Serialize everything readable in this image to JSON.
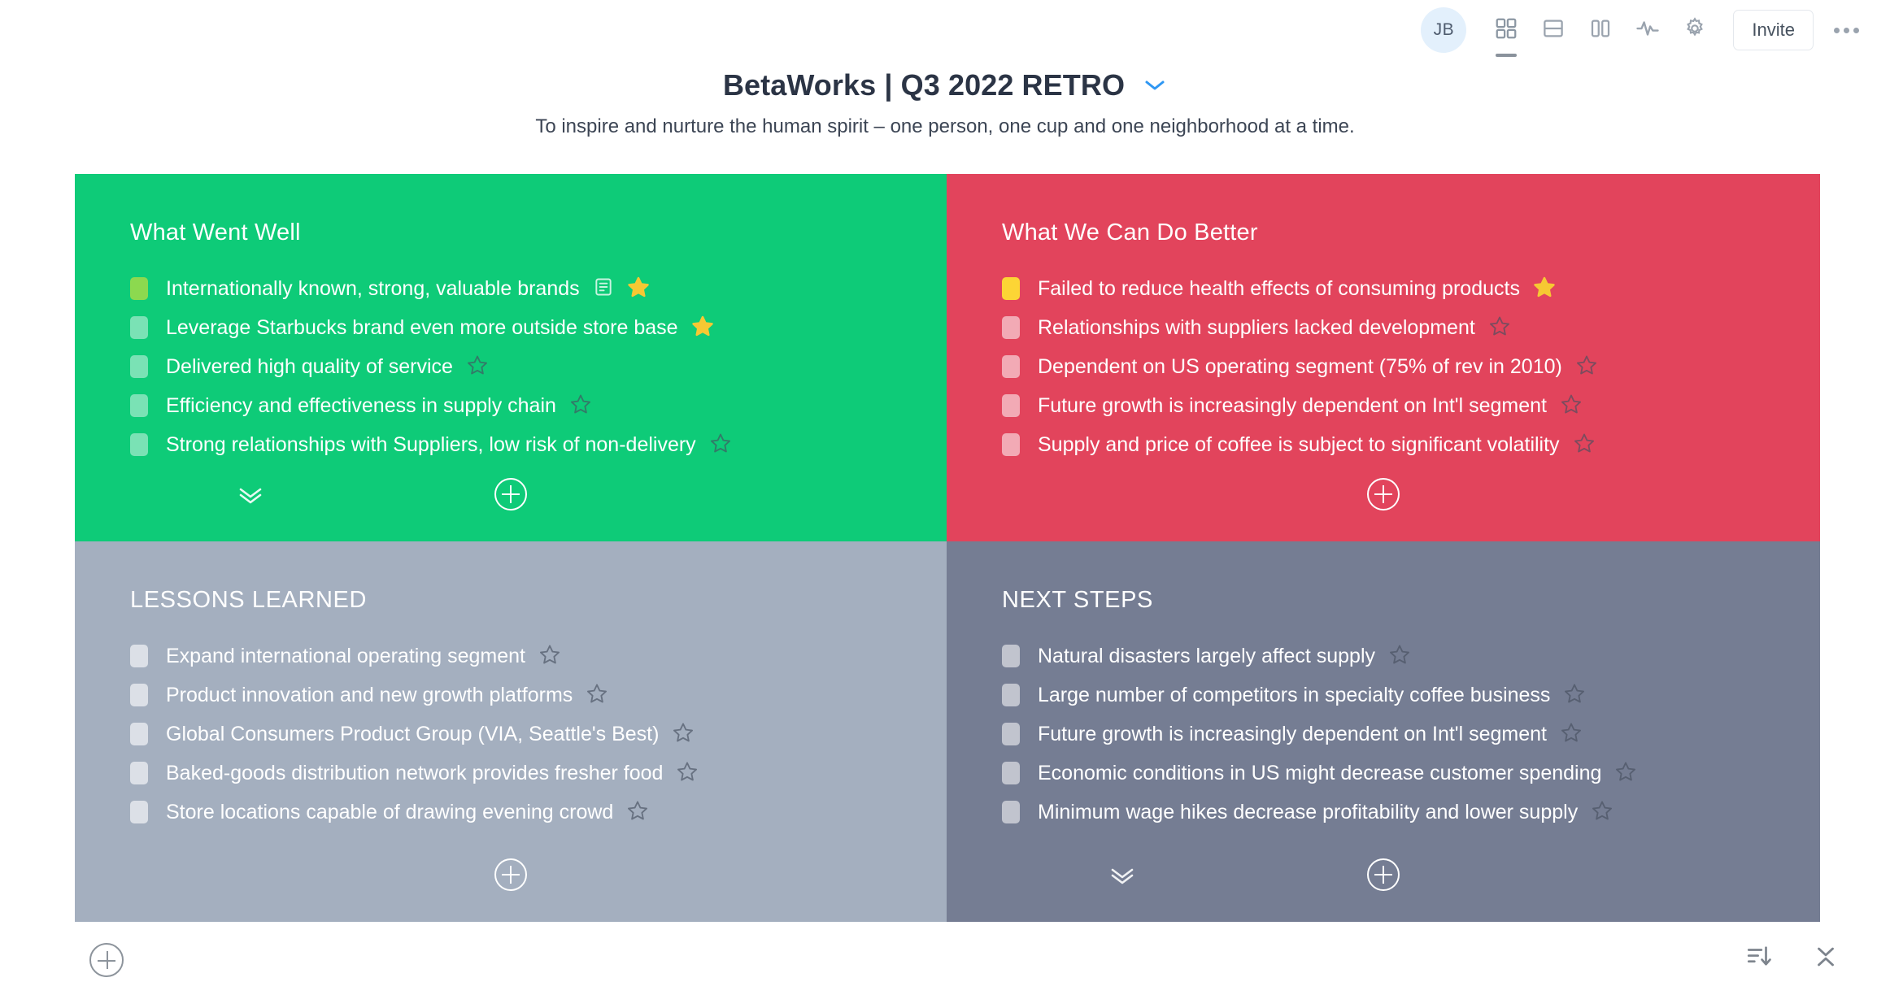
{
  "topbar": {
    "avatar_initials": "JB",
    "view_grid_icon": "grid-view-icon",
    "view_rows_icon": "rows-view-icon",
    "view_columns_icon": "columns-view-icon",
    "activity_icon": "activity-pulse-icon",
    "settings_icon": "gear-icon",
    "invite_label": "Invite",
    "more_icon": "more-options-icon"
  },
  "header": {
    "title": "BetaWorks | Q3 2022 RETRO",
    "title_chevron_icon": "chevron-down-icon",
    "subtitle": "To inspire and nurture the human spirit – one person, one cup and one neighborhood at a time."
  },
  "colors": {
    "green": "#0ECB78",
    "red": "#E2445C",
    "slate_light": "#A4AFBF",
    "slate_dark": "#757D93",
    "accent_blue": "#2F97F3",
    "star_gold": "#F6C833",
    "marker_highlight_green": "#8CD94F",
    "marker_highlight_yellow": "#FCD535"
  },
  "columns": [
    {
      "id": "what-went-well",
      "title": "What Went Well",
      "theme": "green",
      "has_expand_chevron": true,
      "items": [
        {
          "text": "Internationally known, strong, valuable brands",
          "marker": "highlight",
          "starred": true,
          "has_note": true
        },
        {
          "text": "Leverage Starbucks brand even more outside store base",
          "marker": "default",
          "starred": true,
          "has_note": false
        },
        {
          "text": "Delivered high quality of service",
          "marker": "default",
          "starred": false,
          "has_note": false
        },
        {
          "text": "Efficiency and effectiveness in supply chain",
          "marker": "default",
          "starred": false,
          "has_note": false
        },
        {
          "text": "Strong relationships with Suppliers, low risk of non-delivery",
          "marker": "default",
          "starred": false,
          "has_note": false
        }
      ]
    },
    {
      "id": "what-we-can-do-better",
      "title": "What We Can Do Better",
      "theme": "red",
      "has_expand_chevron": false,
      "items": [
        {
          "text": "Failed to reduce health effects of consuming products",
          "marker": "highlight",
          "starred": true,
          "has_note": false
        },
        {
          "text": "Relationships with suppliers lacked development",
          "marker": "default",
          "starred": false,
          "has_note": false
        },
        {
          "text": "Dependent on US operating segment (75% of rev in 2010)",
          "marker": "default",
          "starred": false,
          "has_note": false
        },
        {
          "text": "Future growth is increasingly dependent on Int'l segment",
          "marker": "default",
          "starred": false,
          "has_note": false
        },
        {
          "text": "Supply and price of coffee is subject to significant volatility",
          "marker": "default",
          "starred": false,
          "has_note": false
        }
      ]
    },
    {
      "id": "lessons-learned",
      "title": "LESSONS LEARNED",
      "theme": "slate-l",
      "has_expand_chevron": false,
      "items": [
        {
          "text": "Expand international operating segment",
          "marker": "default",
          "starred": false,
          "has_note": false
        },
        {
          "text": "Product innovation and new growth platforms",
          "marker": "default",
          "starred": false,
          "has_note": false
        },
        {
          "text": "Global Consumers Product Group (VIA, Seattle's Best)",
          "marker": "default",
          "starred": false,
          "has_note": false
        },
        {
          "text": "Baked-goods distribution network provides fresher food",
          "marker": "default",
          "starred": false,
          "has_note": false
        },
        {
          "text": "Store locations capable of drawing evening crowd",
          "marker": "default",
          "starred": false,
          "has_note": false
        }
      ]
    },
    {
      "id": "next-steps",
      "title": "NEXT STEPS",
      "theme": "slate-d",
      "has_expand_chevron": true,
      "items": [
        {
          "text": "Natural disasters largely affect supply",
          "marker": "default",
          "starred": false,
          "has_note": false
        },
        {
          "text": "Large number of competitors in specialty coffee business",
          "marker": "default",
          "starred": false,
          "has_note": false
        },
        {
          "text": "Future growth is increasingly dependent on Int'l segment",
          "marker": "default",
          "starred": false,
          "has_note": false
        },
        {
          "text": "Economic conditions in US might decrease customer spending",
          "marker": "default",
          "starred": false,
          "has_note": false
        },
        {
          "text": "Minimum wage hikes decrease profitability and lower supply",
          "marker": "default",
          "starred": false,
          "has_note": false
        }
      ]
    }
  ],
  "footer": {
    "add_column_icon": "add-column-icon",
    "sort_icon": "sort-descending-icon",
    "collapse_icon": "collapse-all-icon"
  }
}
